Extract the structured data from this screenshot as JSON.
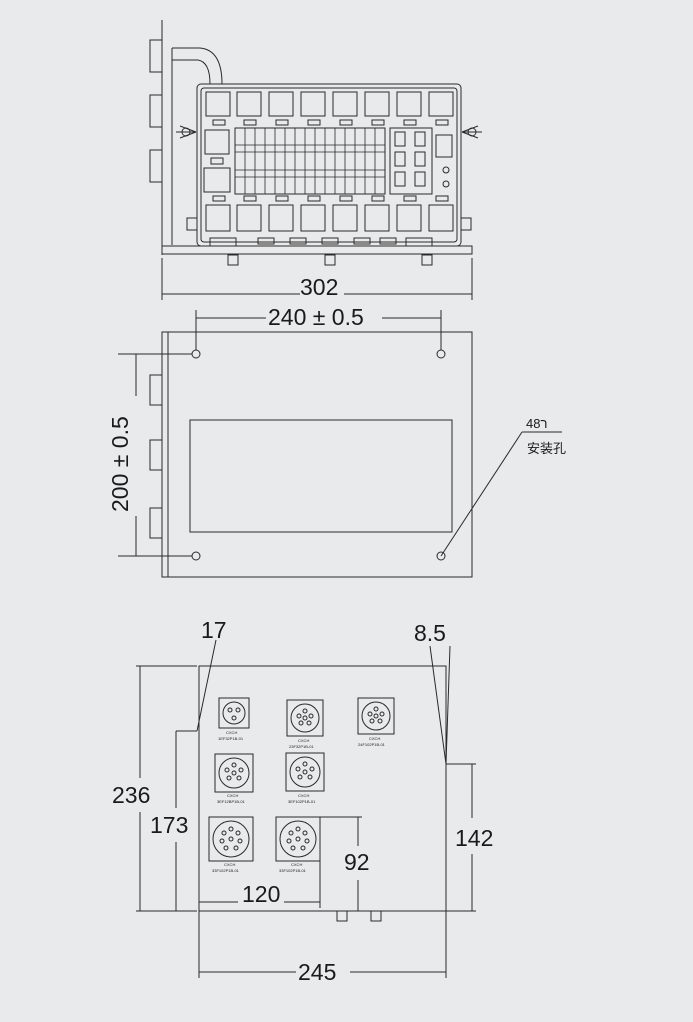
{
  "top_view": {
    "width_dim": "302"
  },
  "panel_view": {
    "hole_spacing_h": "240 ± 0.5",
    "hole_spacing_v": "200 ± 0.5",
    "hole_spec": "4ר8",
    "hole_note": "安装孔"
  },
  "bottom_view": {
    "dim_17": "17",
    "dim_8_5": "8.5",
    "dim_236": "236",
    "dim_173": "173",
    "dim_142": "142",
    "dim_92": "92",
    "dim_120": "120",
    "dim_245": "245",
    "connectors": [
      {
        "label1": "CXCH",
        "label2": "1EF32P1B-01"
      },
      {
        "label1": "CXCH",
        "label2": "23F32P1B-01"
      },
      {
        "label1": "CXCH",
        "label2": "24F102P1B-01"
      },
      {
        "label1": "CXCH",
        "label2": "3EF12BP1B-01"
      },
      {
        "label1": "CXCH",
        "label2": "3EF102P1B-01"
      },
      {
        "label1": "CXCH",
        "label2": "33F102P1B-01"
      },
      {
        "label1": "CXCH",
        "label2": "33F102P1B-01"
      }
    ]
  },
  "colors": {
    "background": "#e9eaec",
    "line": "#2a2a2a"
  }
}
